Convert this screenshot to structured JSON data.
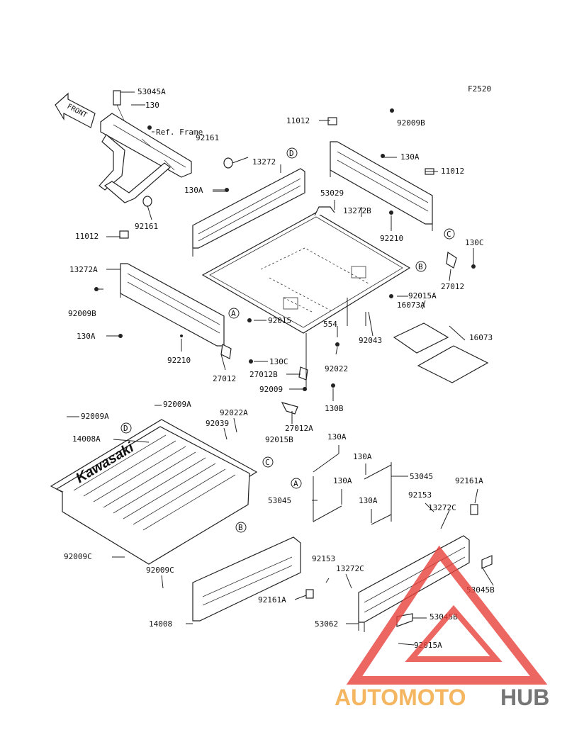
{
  "figure_code": "F2520",
  "front_label": "FRONT",
  "ref_frame": "Ref. Frame",
  "brand_on_bed": "Kawasaki",
  "watermark": {
    "part1": "AUTOMOTO",
    "part2": "HUB",
    "color1": "#f2a43a",
    "color2": "#555555",
    "triangle_color": "#e8413b"
  },
  "callouts": [
    "A",
    "B",
    "C",
    "D"
  ],
  "parts": [
    "53045A",
    "130",
    "92161",
    "92161",
    "11012",
    "92009B",
    "130A",
    "11012",
    "13272",
    "53029",
    "13272B",
    "130A",
    "92210",
    "11012",
    "13272A",
    "92009B",
    "130A",
    "92210",
    "27012",
    "92015",
    "130C",
    "27012B",
    "92009",
    "554",
    "92022",
    "130B",
    "27012A",
    "92015B",
    "92043",
    "16073A",
    "16073",
    "130C",
    "27012",
    "92015A",
    "92009A",
    "92009A",
    "92022A",
    "92039",
    "14008A",
    "92009C",
    "92009C",
    "14008",
    "130A",
    "130A",
    "53045",
    "130A",
    "130A",
    "53045",
    "92161A",
    "92153",
    "13272C",
    "53045B",
    "92153",
    "13272C",
    "92161A",
    "53045B",
    "53062",
    "92015A"
  ]
}
